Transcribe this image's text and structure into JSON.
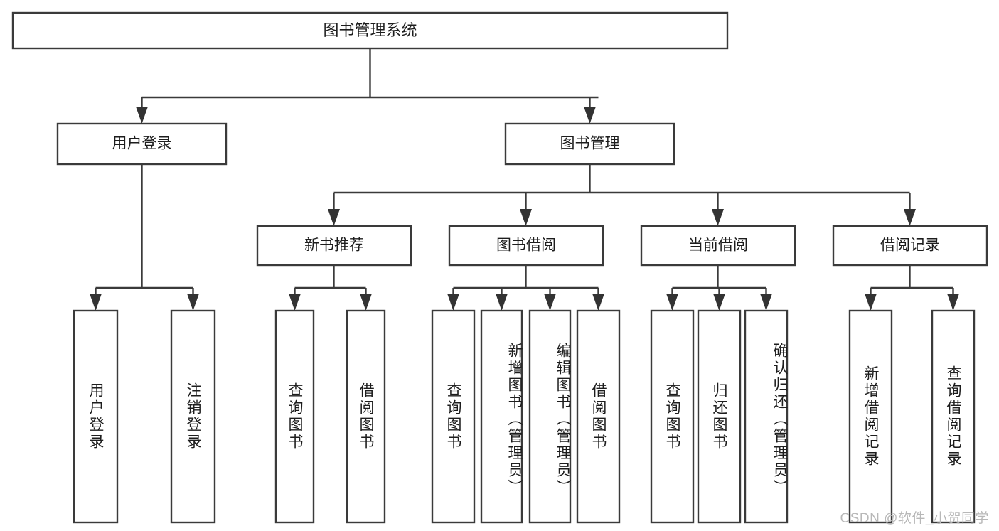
{
  "diagram": {
    "title": "图书管理系统",
    "type": "function-structure-tree",
    "watermark": "CSDN @软件_小贺同学",
    "colors": {
      "background": "#ffffff",
      "stroke": "#3a3a3a",
      "text": "#1d1d1d",
      "arrow": "#333333",
      "watermark": "#b8b8b8"
    },
    "levels": {
      "root": {
        "label": "图书管理系统"
      },
      "level2": [
        {
          "id": "user-login",
          "label": "用户登录"
        },
        {
          "id": "book-manage",
          "label": "图书管理"
        }
      ],
      "level3": [
        {
          "id": "new-book-recommend",
          "label": "新书推荐"
        },
        {
          "id": "book-borrow",
          "label": "图书借阅"
        },
        {
          "id": "current-borrow",
          "label": "当前借阅"
        },
        {
          "id": "borrow-record",
          "label": "借阅记录"
        }
      ],
      "leaves": [
        {
          "id": "leaf-user-login",
          "label": "用户登录",
          "parent": "user-login"
        },
        {
          "id": "leaf-logout-login",
          "label": "注销登录",
          "parent": "user-login"
        },
        {
          "id": "leaf-query-book-1",
          "label": "查询图书",
          "parent": "new-book-recommend"
        },
        {
          "id": "leaf-borrow-book-1",
          "label": "借阅图书",
          "parent": "new-book-recommend"
        },
        {
          "id": "leaf-query-book-2",
          "label": "查询图书",
          "parent": "book-borrow"
        },
        {
          "id": "leaf-add-book",
          "label": "新增图书（管理员）",
          "parent": "book-borrow"
        },
        {
          "id": "leaf-edit-book",
          "label": "编辑图书（管理员）",
          "parent": "book-borrow"
        },
        {
          "id": "leaf-borrow-book-2",
          "label": "借阅图书",
          "parent": "book-borrow"
        },
        {
          "id": "leaf-query-book-3",
          "label": "查询图书",
          "parent": "current-borrow"
        },
        {
          "id": "leaf-return-book",
          "label": "归还图书",
          "parent": "current-borrow"
        },
        {
          "id": "leaf-confirm-return",
          "label": "确认归还（管理员）",
          "parent": "current-borrow"
        },
        {
          "id": "leaf-add-record",
          "label": "新增借阅记录",
          "parent": "borrow-record"
        },
        {
          "id": "leaf-query-record",
          "label": "查询借阅记录",
          "parent": "borrow-record"
        }
      ]
    }
  }
}
